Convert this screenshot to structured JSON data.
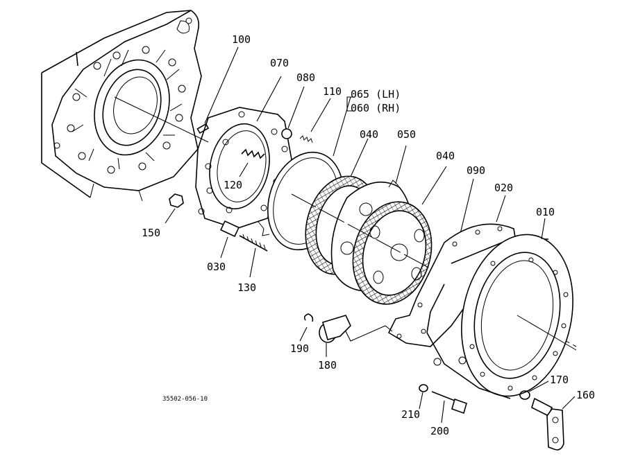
{
  "labels": {
    "p100": "100",
    "p070": "070",
    "p080": "080",
    "p110": "110",
    "p065": "065 (LH)",
    "p060": "060 (RH)",
    "p040a": "040",
    "p050": "050",
    "p040b": "040",
    "p090": "090",
    "p020": "020",
    "p010": "010",
    "p120": "120",
    "p150": "150",
    "p030": "030",
    "p130": "130",
    "p190": "190",
    "p180": "180",
    "p170": "170",
    "p160": "160",
    "p210": "210",
    "p200": "200"
  },
  "drawing_number": "35502-056-10"
}
